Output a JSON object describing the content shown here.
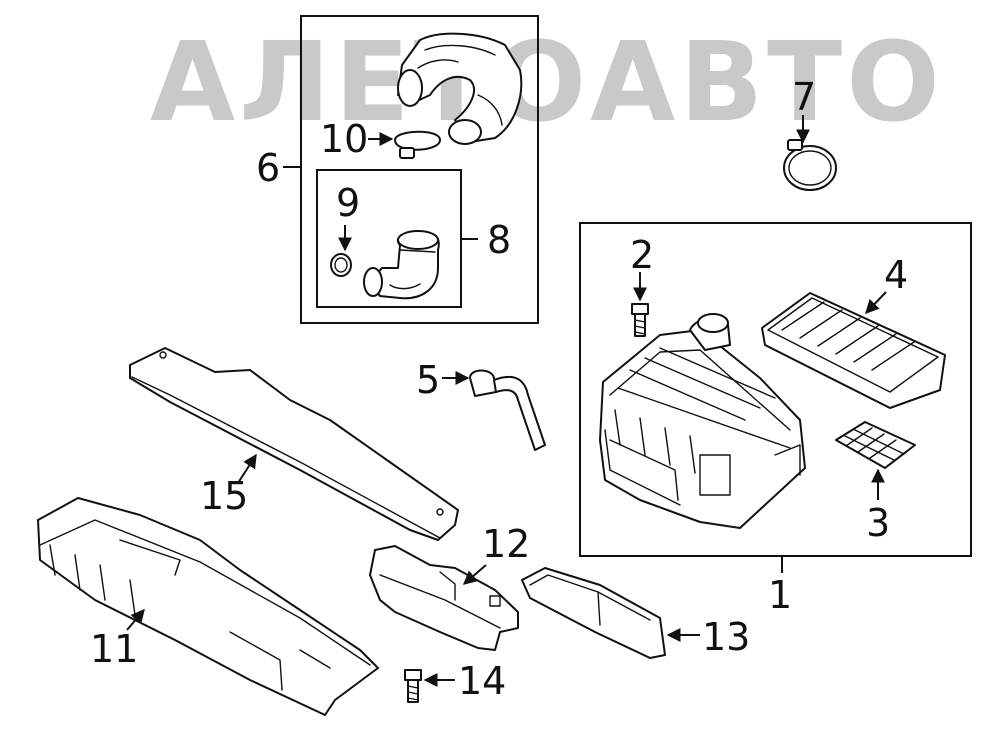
{
  "watermark": {
    "text": "АЛЕТОАВТО"
  },
  "callouts": [
    {
      "id": "1",
      "label": "1"
    },
    {
      "id": "2",
      "label": "2"
    },
    {
      "id": "3",
      "label": "3"
    },
    {
      "id": "4",
      "label": "4"
    },
    {
      "id": "5",
      "label": "5"
    },
    {
      "id": "6",
      "label": "6"
    },
    {
      "id": "7",
      "label": "7"
    },
    {
      "id": "8",
      "label": "8"
    },
    {
      "id": "9",
      "label": "9"
    },
    {
      "id": "10",
      "label": "10"
    },
    {
      "id": "11",
      "label": "11"
    },
    {
      "id": "12",
      "label": "12"
    },
    {
      "id": "13",
      "label": "13"
    },
    {
      "id": "14",
      "label": "14"
    },
    {
      "id": "15",
      "label": "15"
    }
  ]
}
